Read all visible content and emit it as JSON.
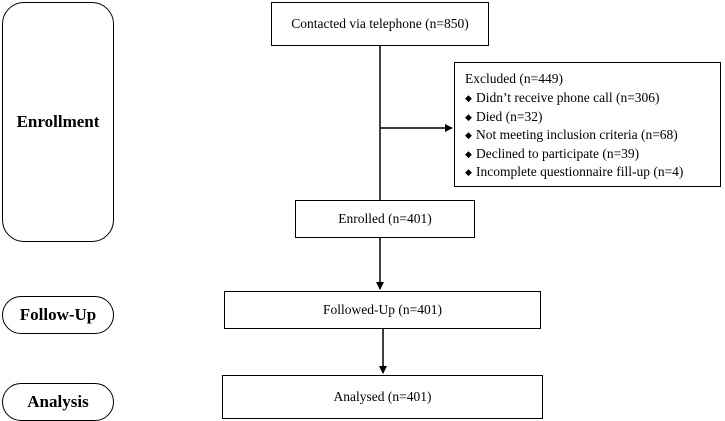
{
  "stages": {
    "enrollment": "Enrollment",
    "follow_up": "Follow-Up",
    "analysis": "Analysis"
  },
  "boxes": {
    "contacted": "Contacted via telephone (n=850)",
    "enrolled": "Enrolled (n=401)",
    "followed_up": "Followed-Up (n=401)",
    "analysed": "Analysed (n=401)"
  },
  "excluded": {
    "title": "Excluded (n=449)",
    "bullet_icon": "diamond-icon",
    "items": [
      "Didn’t receive phone call (n=306)",
      "Died (n=32)",
      "Not meeting inclusion criteria (n=68)",
      "Declined to participate (n=39)",
      "Incomplete questionnaire fill-up (n=4)"
    ]
  },
  "colors": {
    "line": "#000000",
    "background": "#ffffff"
  }
}
